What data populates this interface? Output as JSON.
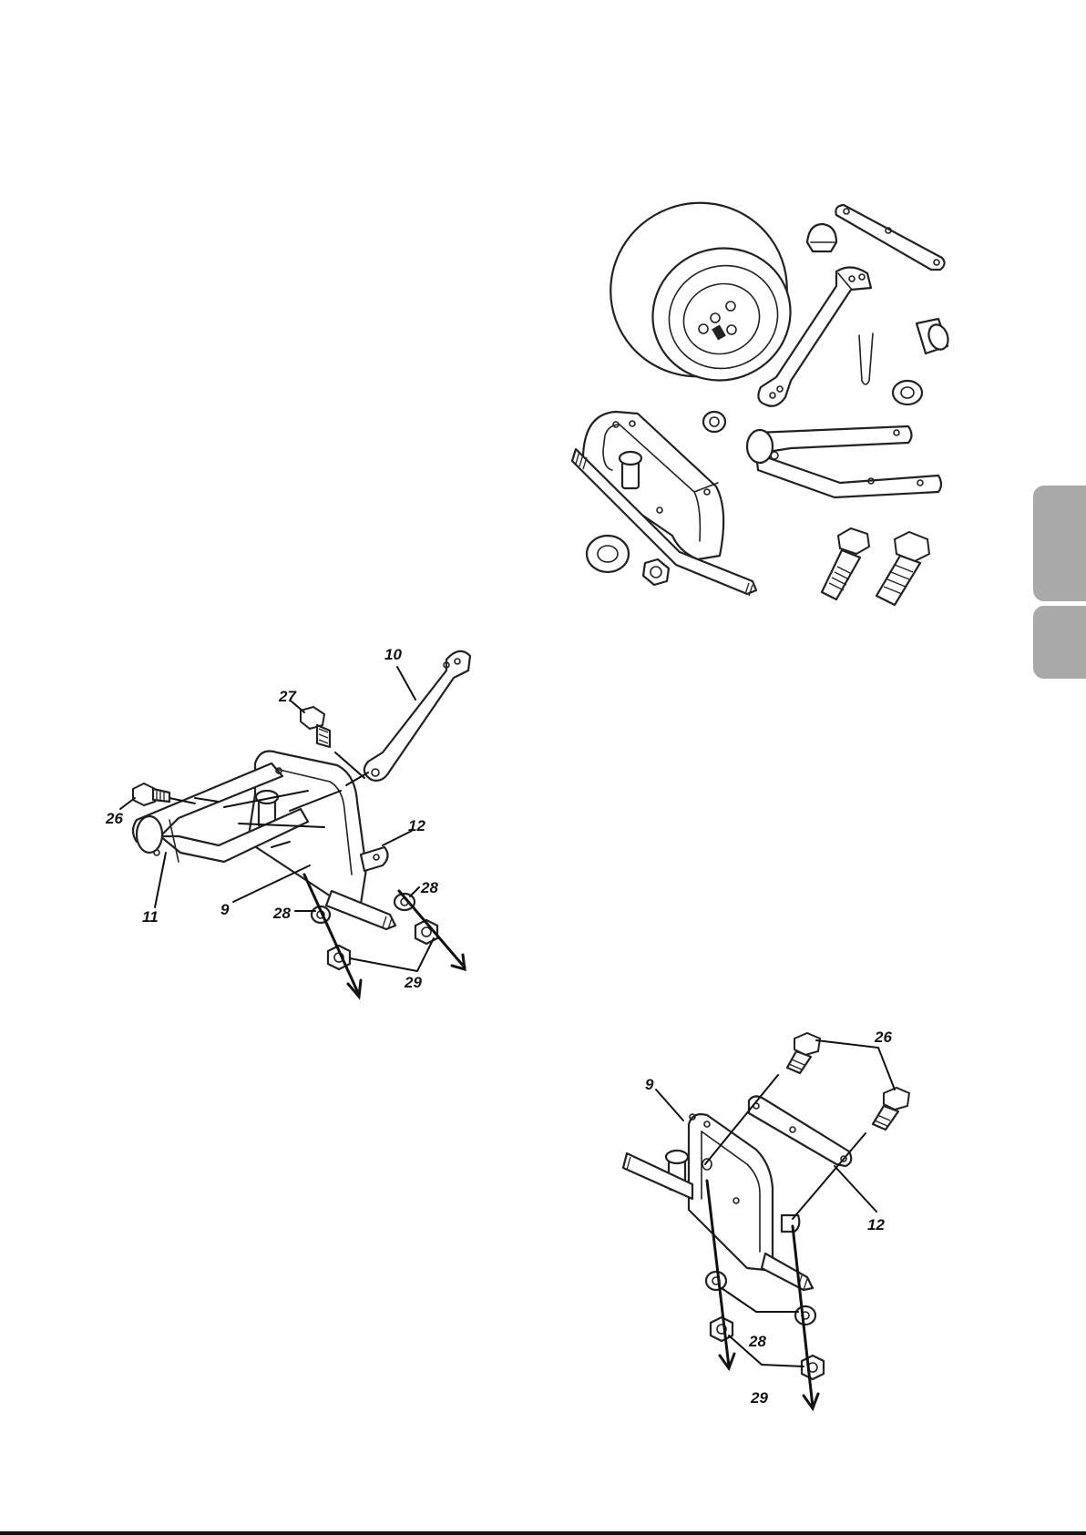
{
  "figures": {
    "figure_1": {
      "description_kind": "exploded-view",
      "labels": []
    },
    "figure_2": {
      "labels": [
        "10",
        "27",
        "26",
        "12",
        "11",
        "9",
        "28",
        "28",
        "29"
      ]
    },
    "figure_3": {
      "labels": [
        "26",
        "9",
        "12",
        "28",
        "29"
      ]
    }
  },
  "side_tab": {
    "color": "#a9a9a9"
  }
}
